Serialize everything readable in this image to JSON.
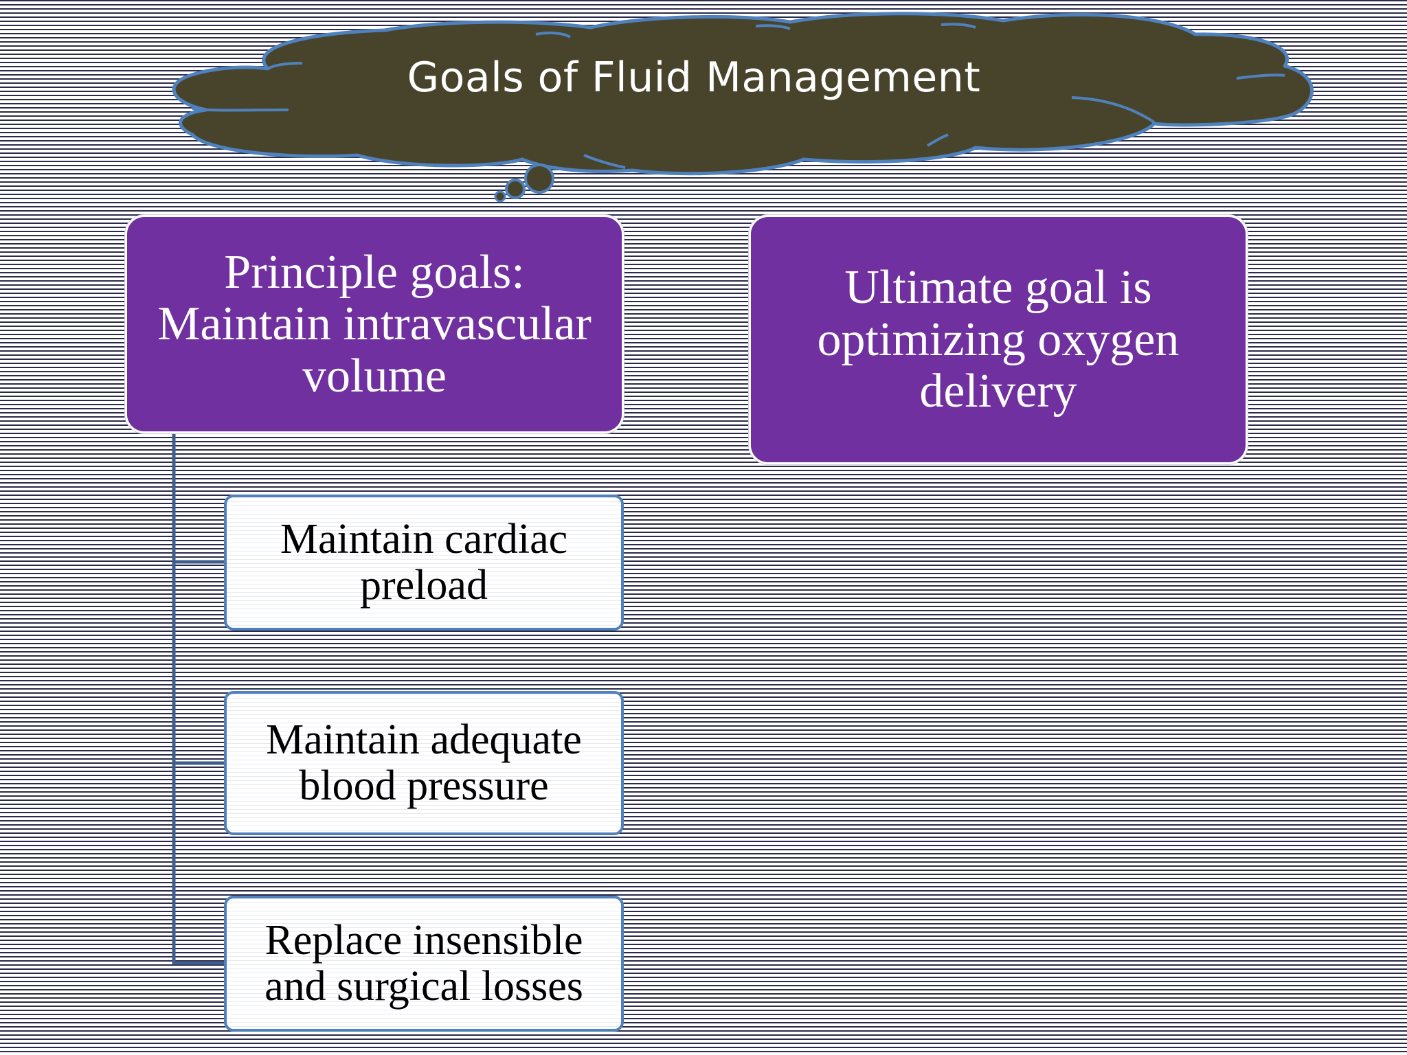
{
  "title": "Goals of Fluid Management",
  "principle_goal": "Principle goals: Maintain intravascular volume",
  "ultimate_goal": "Ultimate goal is optimizing oxygen delivery",
  "sub_goals": [
    "Maintain cardiac preload",
    "Maintain adequate blood pressure",
    "Replace insensible and surgical losses"
  ],
  "colors": {
    "cloud_fill": "#48432b",
    "cloud_outline": "#4f81bd",
    "box_purple": "#7030a0",
    "connector": "#3f5e8c",
    "sub_box_border": "#4f81bd",
    "stripe": "#2a2a4a"
  }
}
